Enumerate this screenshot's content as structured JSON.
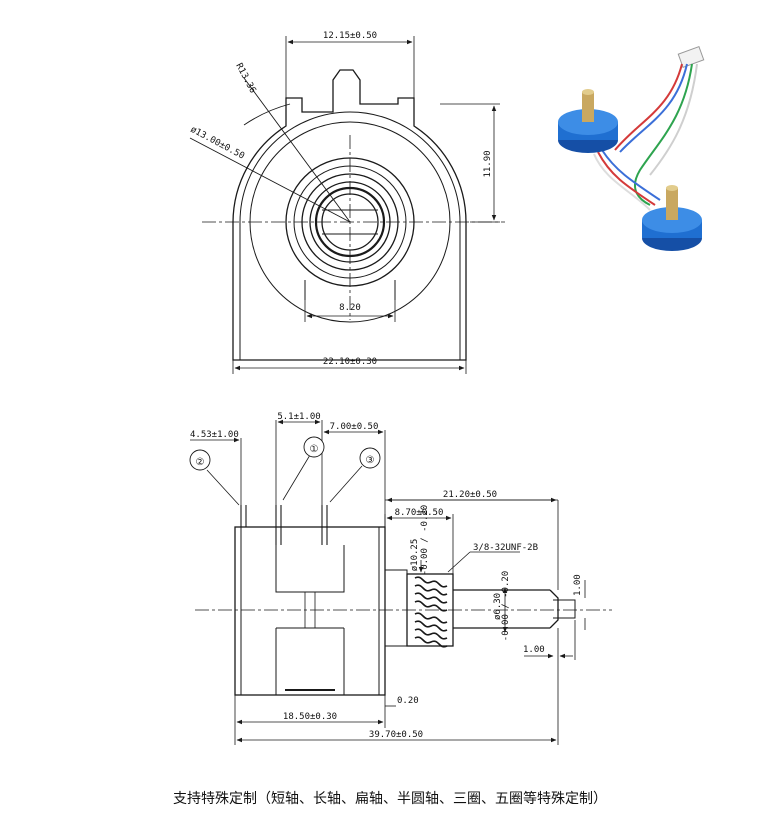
{
  "top_view": {
    "dim_width_top": "12.15±0.50",
    "dim_radius": "R13.36",
    "dim_diameter": "ø13.00±0.50",
    "dim_height_right": "11.90",
    "dim_inner": "8.20",
    "dim_total_width": "22.10±0.30"
  },
  "side_view": {
    "dim_pin2_offset": "4.53±1.00",
    "dim_pin_spacing": "5.1±1.00",
    "dim_pin3_offset": "7.00±0.50",
    "dim_shaft_total": "21.20±0.50",
    "dim_thread_len": "8.70±0.50",
    "dim_thread_dia": "ø10.25",
    "dim_thread_tol": "-0.00 / -0.20",
    "thread_spec": "3/8-32UNF-2B",
    "dim_shaft_dia": "ø6.30",
    "dim_shaft_tol": "-0.00 / -0.20",
    "dim_flat": "1.00",
    "dim_flat_len": "1.00",
    "dim_gap": "0.20",
    "dim_body_len": "18.50±0.30",
    "dim_overall_len": "39.70±0.50",
    "pin_labels": [
      "②",
      "①",
      "③"
    ]
  },
  "caption": "支持特殊定制（短轴、长轴、扁轴、半圆轴、三圈、五圈等特殊定制）",
  "colors": {
    "line": "#1a1a1a",
    "product_blue": "#1f6fd1",
    "wire_red": "#d43a3a",
    "wire_green": "#2ea44f",
    "wire_blue": "#3b6fd8",
    "wire_white": "#dddddd"
  }
}
